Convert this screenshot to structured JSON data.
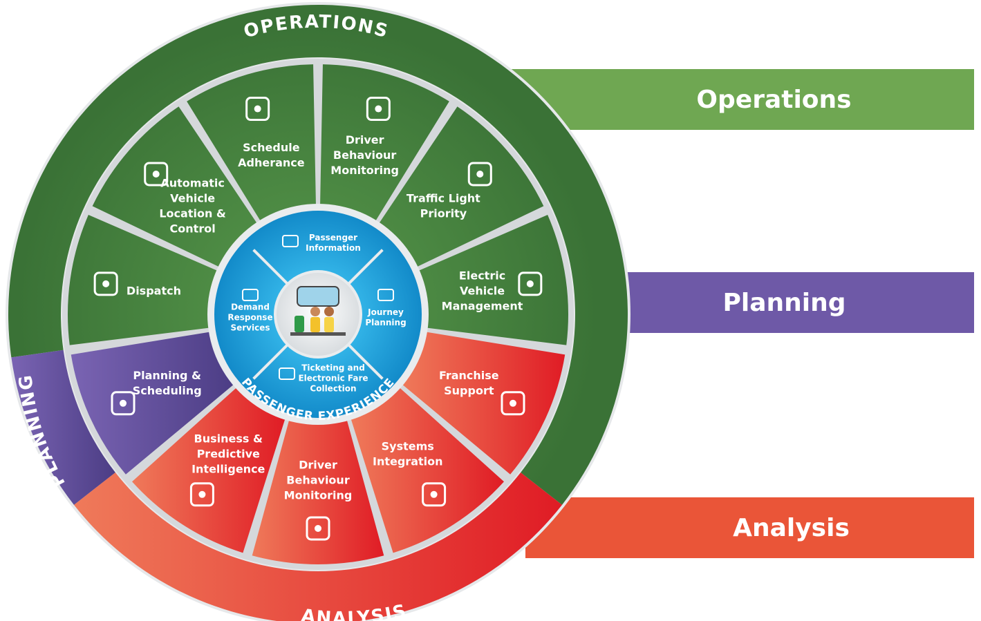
{
  "bands": {
    "operations": "Operations",
    "planning": "Planning",
    "analysis": "Analysis"
  },
  "ring": {
    "operations": "OPERATIONS",
    "planning": "PLANNING",
    "analysis": "ANALYSIS"
  },
  "segments": [
    {
      "lines": [
        "Driver",
        "Behaviour",
        "Monitoring"
      ],
      "icon": "driver-pointing-icon",
      "group": "operations"
    },
    {
      "lines": [
        "Traffic Light",
        "Priority"
      ],
      "icon": "traffic-light-icon",
      "group": "operations"
    },
    {
      "lines": [
        "Electric",
        "Vehicle",
        "Management"
      ],
      "icon": "ev-charger-icon",
      "group": "operations"
    },
    {
      "lines": [
        "Franchise",
        "Support"
      ],
      "icon": "monitor-gear-icon",
      "group": "analysis"
    },
    {
      "lines": [
        "Systems",
        "Integration"
      ],
      "icon": "integration-gear-icon",
      "group": "analysis"
    },
    {
      "lines": [
        "Driver",
        "Behaviour",
        "Monitoring"
      ],
      "icon": "steering-wheel-icon",
      "group": "analysis"
    },
    {
      "lines": [
        "Business &",
        "Predictive",
        "Intelligence"
      ],
      "icon": "head-briefcase-icon",
      "group": "analysis"
    },
    {
      "lines": [
        "Planning &",
        "Scheduling"
      ],
      "icon": "calendar-arrows-icon",
      "group": "planning"
    },
    {
      "lines": [
        "Dispatch"
      ],
      "icon": "headset-person-icon",
      "group": "operations"
    },
    {
      "lines": [
        "Automatic",
        "Vehicle",
        "Location &",
        "Control"
      ],
      "icon": "location-pin-icon",
      "group": "operations"
    },
    {
      "lines": [
        "Schedule",
        "Adherance"
      ],
      "icon": "calendar-clock-icon",
      "group": "operations"
    }
  ],
  "hub": {
    "title": "PASSENGER EXPERIENCE",
    "quadrants": [
      {
        "lines": [
          "Passenger",
          "Information"
        ],
        "icon": "info-display-icon"
      },
      {
        "lines": [
          "Journey",
          "Planning"
        ],
        "icon": "route-pin-icon"
      },
      {
        "lines": [
          "Ticketing and",
          "Electronic Fare",
          "Collection"
        ],
        "icon": "ticket-icon"
      },
      {
        "lines": [
          "Demand",
          "Response",
          "Services"
        ],
        "icon": "timer-icon"
      }
    ],
    "center_icon": "passengers-bench-icon"
  },
  "colors": {
    "operations": "#3f7b3c",
    "planning": "#5b4a92",
    "analysis": "#e3232a",
    "hub": "#1a9ad6",
    "band_operations": "#6fa752",
    "band_planning": "#6e59a7",
    "band_analysis": "#ea5538"
  }
}
